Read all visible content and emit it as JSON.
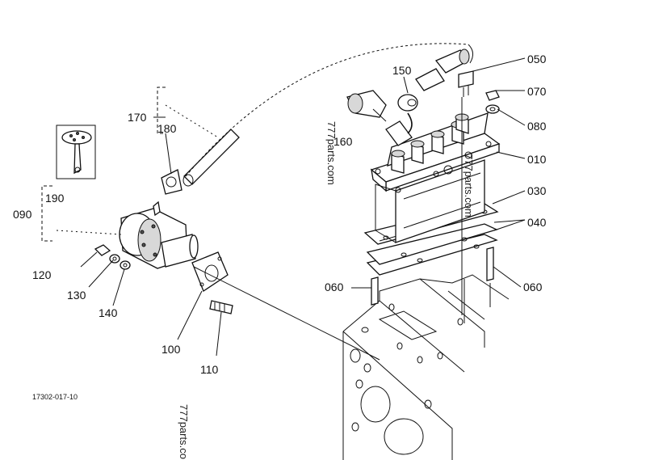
{
  "labels": {
    "p010": "010",
    "p030": "030",
    "p040": "040",
    "p050": "050",
    "p060a": "060",
    "p060b": "060",
    "p070": "070",
    "p080": "080",
    "p090": "090",
    "p100": "100",
    "p110": "110",
    "p120": "120",
    "p130": "130",
    "p140": "140",
    "p150": "150",
    "p160": "160",
    "p170": "170",
    "p180": "180",
    "p190": "190"
  },
  "drawing_code": "17302-017-10",
  "watermarks": {
    "top": "777parts.com",
    "middle": "777parts.com",
    "bottom": "777parts.co"
  }
}
